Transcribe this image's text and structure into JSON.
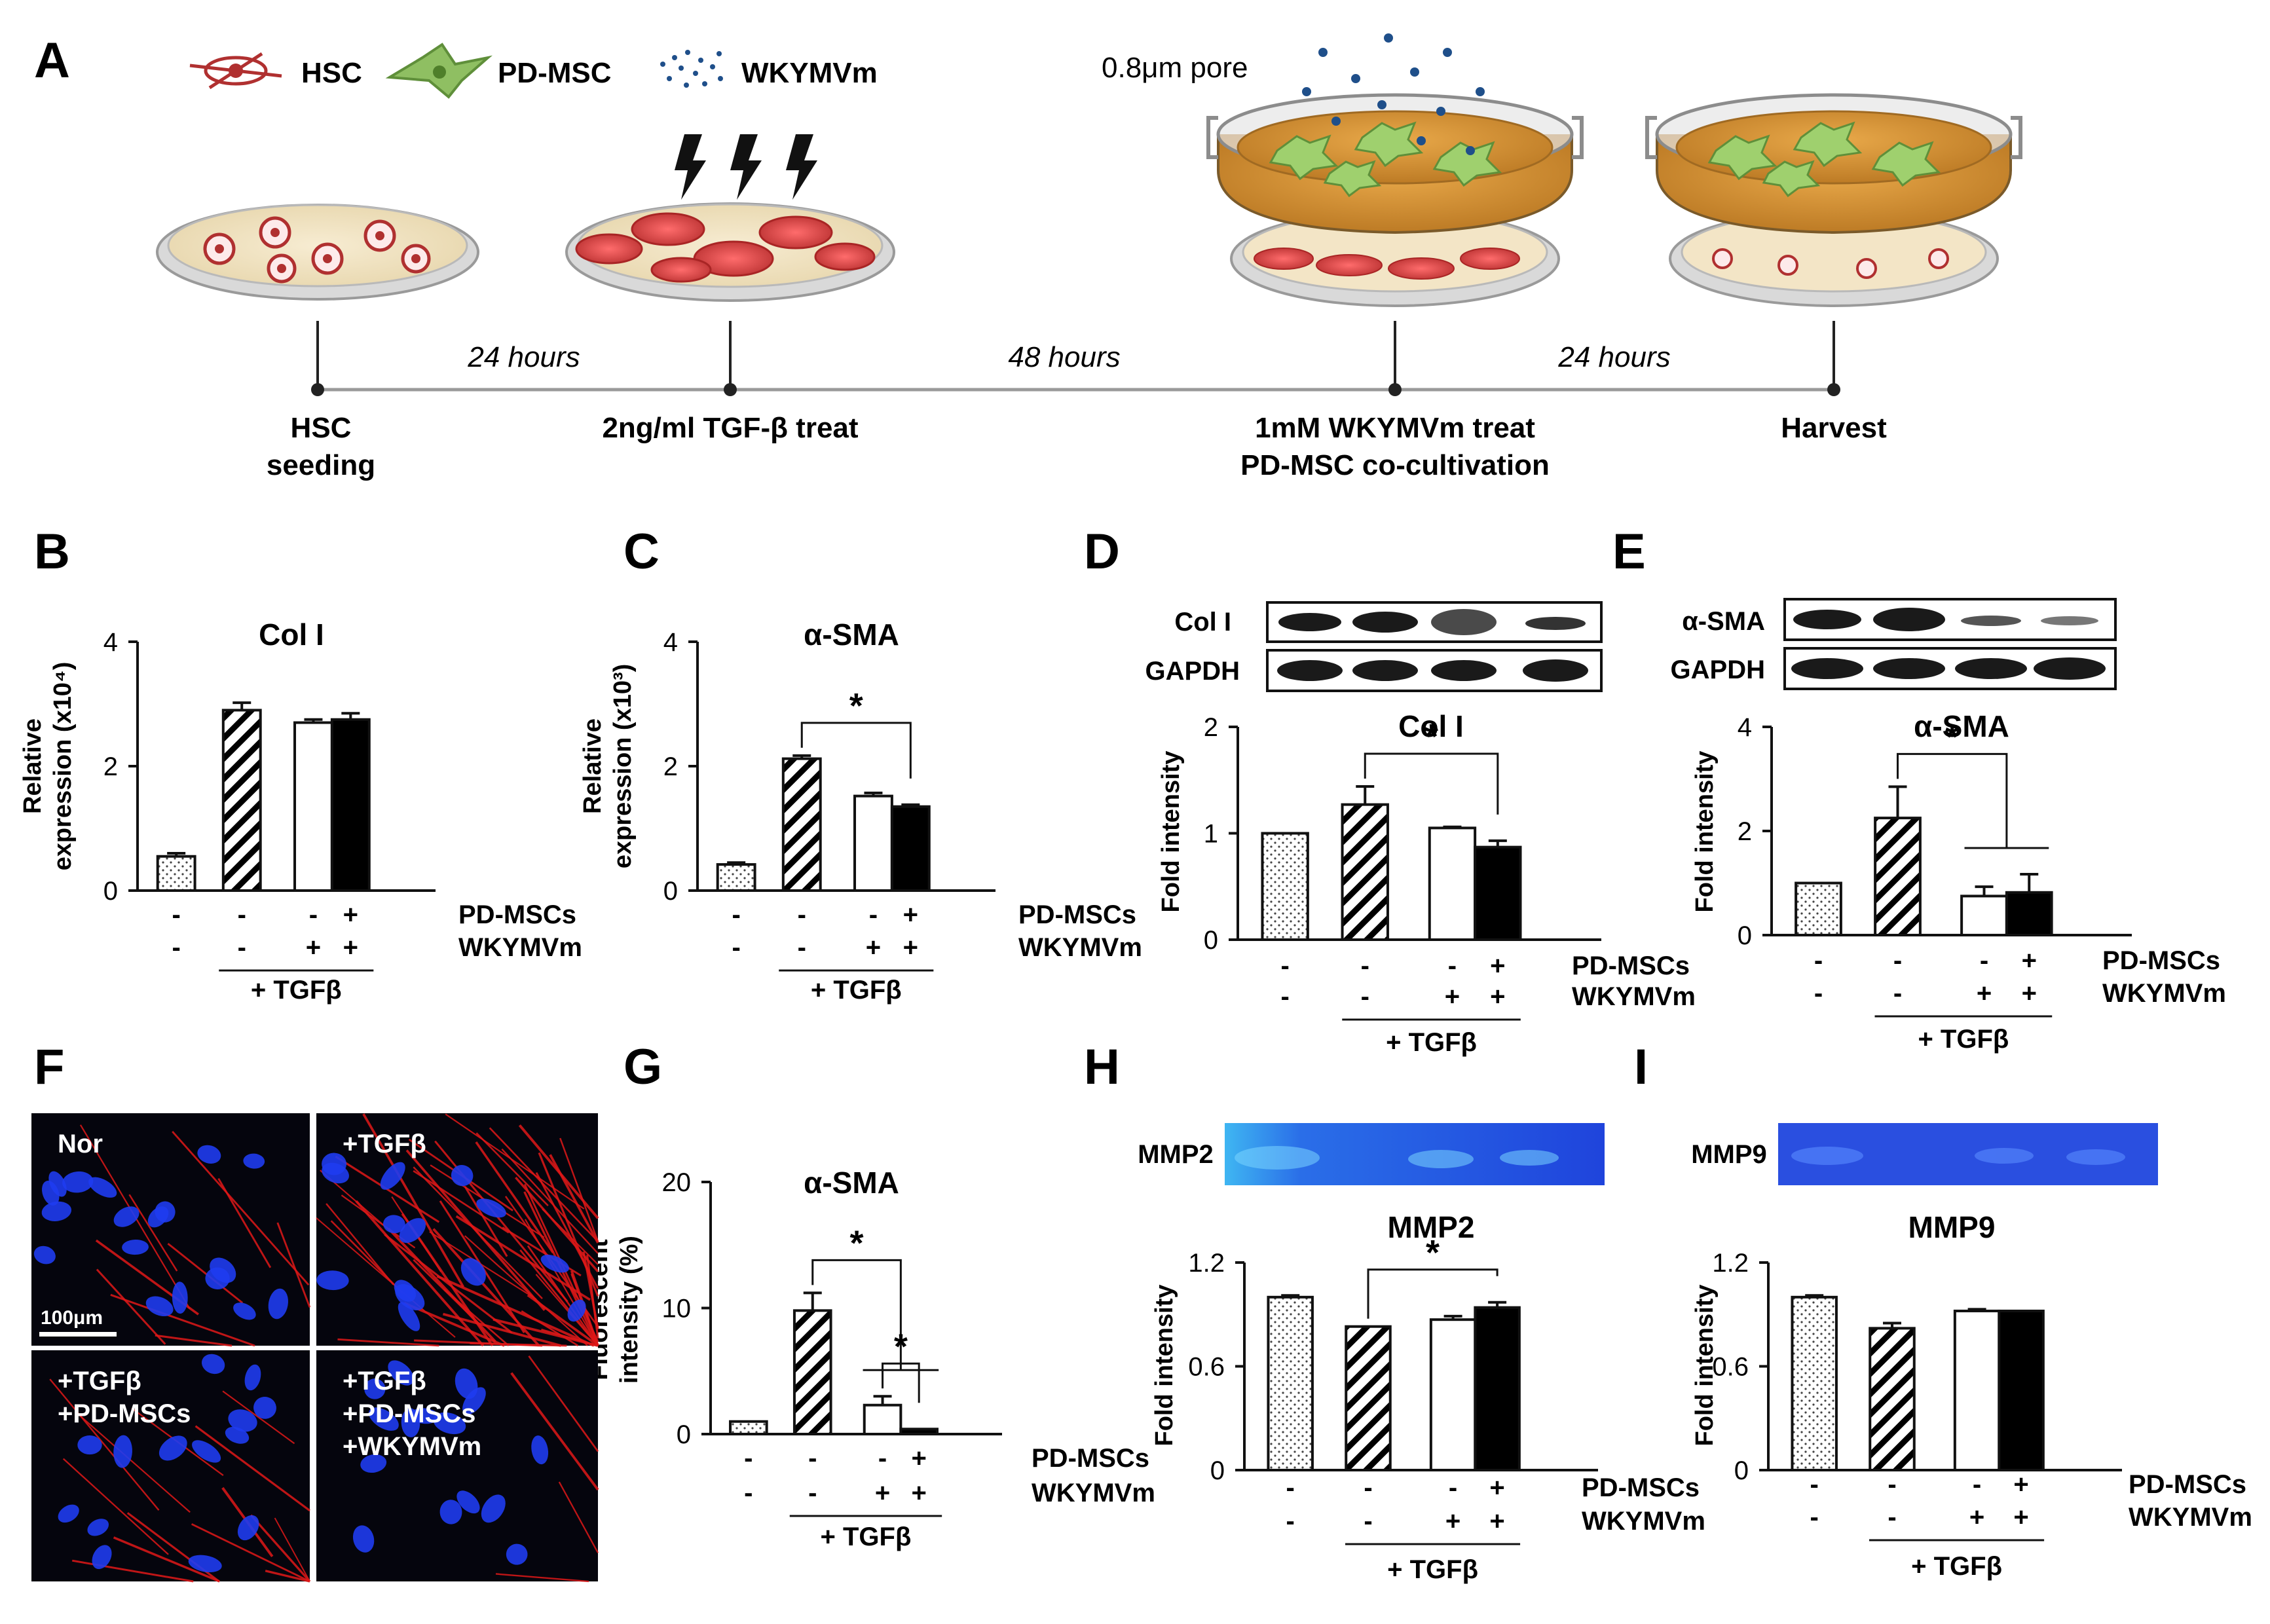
{
  "legend": {
    "items": [
      {
        "label": "HSC",
        "color": "#b03030"
      },
      {
        "label": "PD-MSC",
        "color": "#7aa650"
      },
      {
        "label": "WKYMVm",
        "color": "#1f4f8a"
      }
    ],
    "pore_label": "0.8μm pore"
  },
  "panel_a": {
    "letter": "A",
    "intervals": [
      "24 hours",
      "48 hours",
      "24 hours"
    ],
    "steps": [
      {
        "lines": [
          "HSC",
          "seeding"
        ]
      },
      {
        "lines": [
          "2ng/ml TGF-β treat"
        ]
      },
      {
        "lines": [
          "1mM WKYMVm treat",
          "PD-MSC co-cultivation"
        ]
      },
      {
        "lines": [
          "Harvest"
        ]
      }
    ]
  },
  "conditions": {
    "pd_label": "PD-MSCs",
    "wk_label": "WKYMVm",
    "tgf_label": "+ TGFβ",
    "pd": [
      "-",
      "-",
      "-",
      "+"
    ],
    "wk": [
      "-",
      "-",
      "+",
      "+"
    ]
  },
  "blots": {
    "D": {
      "top": "Col I",
      "bottom": "GAPDH"
    },
    "E": {
      "top": "α-SMA",
      "bottom": "GAPDH"
    },
    "H": {
      "label": "MMP2"
    },
    "I": {
      "label": "MMP9"
    }
  },
  "micrographs": {
    "letter": "F",
    "panels": [
      {
        "lines": [
          "Nor"
        ]
      },
      {
        "lines": [
          "+TGFβ"
        ]
      },
      {
        "lines": [
          "+TGFβ",
          "+PD-MSCs"
        ]
      },
      {
        "lines": [
          "+TGFβ",
          "+PD-MSCs",
          "+WKYMVm"
        ]
      }
    ],
    "scalebar": "100μm"
  },
  "chart_data": [
    {
      "id": "B",
      "letter": "B",
      "type": "bar",
      "title": "Col I",
      "ylabel": [
        "Relative",
        "expression (x10⁴)"
      ],
      "ylim": [
        0,
        4
      ],
      "yticks": [
        0,
        2,
        4
      ],
      "values": [
        0.55,
        2.9,
        2.7,
        2.75
      ],
      "errors": [
        0.05,
        0.12,
        0.05,
        0.1
      ],
      "sig": []
    },
    {
      "id": "C",
      "letter": "C",
      "type": "bar",
      "title": "α-SMA",
      "ylabel": [
        "Relative",
        "expression (x10³)"
      ],
      "ylim": [
        0,
        4
      ],
      "yticks": [
        0,
        2,
        4
      ],
      "values": [
        0.42,
        2.12,
        1.52,
        1.35
      ],
      "errors": [
        0.03,
        0.05,
        0.05,
        0.03
      ],
      "sig": [
        {
          "from": 1,
          "to": 3,
          "mark": "*"
        }
      ]
    },
    {
      "id": "D",
      "letter": "D",
      "type": "bar",
      "title": "Col I",
      "ylabel": [
        "Fold intensity"
      ],
      "ylim": [
        0,
        2
      ],
      "yticks": [
        0,
        1,
        2
      ],
      "values": [
        1.0,
        1.27,
        1.05,
        0.87
      ],
      "errors": [
        0,
        0.17,
        0.01,
        0.06
      ],
      "sig": [
        {
          "from": 1,
          "to": 3,
          "mark": "*"
        }
      ]
    },
    {
      "id": "E",
      "letter": "E",
      "type": "bar",
      "title": "α-SMA",
      "ylabel": [
        "Fold intensity"
      ],
      "ylim": [
        0,
        4
      ],
      "yticks": [
        0,
        2,
        4
      ],
      "values": [
        1.0,
        2.25,
        0.75,
        0.82
      ],
      "errors": [
        0,
        0.6,
        0.18,
        0.35
      ],
      "sig": [
        {
          "from": 1,
          "to": [
            2,
            3
          ],
          "mark": "*"
        }
      ]
    },
    {
      "id": "G",
      "letter": "G",
      "type": "bar",
      "title": "α-SMA",
      "ylabel": [
        "Fluorescent",
        "intensity (%)"
      ],
      "ylim": [
        0,
        20
      ],
      "yticks": [
        0,
        10,
        20
      ],
      "values": [
        1.0,
        9.8,
        2.3,
        0.4
      ],
      "errors": [
        0,
        1.4,
        0.7,
        0
      ],
      "sig": [
        {
          "from": 1,
          "to": [
            2,
            3
          ],
          "mark": "*"
        },
        {
          "from": 2,
          "to": 3,
          "mark": "*"
        }
      ]
    },
    {
      "id": "H",
      "letter": "H",
      "type": "bar",
      "title": "MMP2",
      "ylabel": [
        "Fold intensity"
      ],
      "ylim": [
        0,
        1.2
      ],
      "yticks": [
        0,
        0.6,
        1.2
      ],
      "values": [
        1.0,
        0.83,
        0.87,
        0.94
      ],
      "errors": [
        0.01,
        0,
        0.02,
        0.03
      ],
      "sig": [
        {
          "from": 1,
          "to": 3,
          "mark": "*"
        }
      ]
    },
    {
      "id": "I",
      "letter": "I",
      "type": "bar",
      "title": "MMP9",
      "ylabel": [
        "Fold intensity"
      ],
      "ylim": [
        0,
        1.2
      ],
      "yticks": [
        0,
        0.6,
        1.2
      ],
      "values": [
        1.0,
        0.82,
        0.92,
        0.92
      ],
      "errors": [
        0.01,
        0.03,
        0.01,
        0
      ],
      "sig": []
    }
  ]
}
